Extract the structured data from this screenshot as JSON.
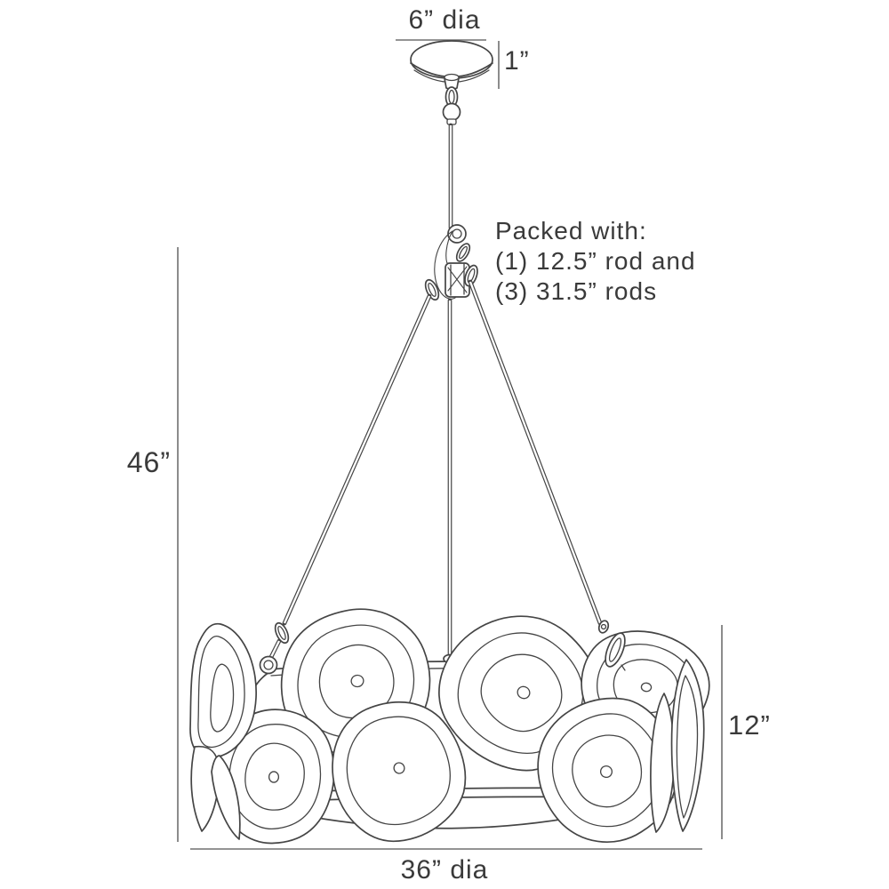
{
  "diagram": {
    "title": "Chandelier dimension drawing",
    "labels": {
      "canopy_diameter": "6” dia",
      "canopy_height": "1”",
      "packed_line1": "Packed with:",
      "packed_line2": "(1) 12.5” rod and",
      "packed_line3": "(3) 31.5” rods",
      "overall_height": "46”",
      "drum_height": "12”",
      "drum_diameter": "36” dia"
    },
    "colors": {
      "line": "#454545",
      "dim": "#707070",
      "text": "#3a3a3a",
      "bg": "#ffffff"
    }
  }
}
